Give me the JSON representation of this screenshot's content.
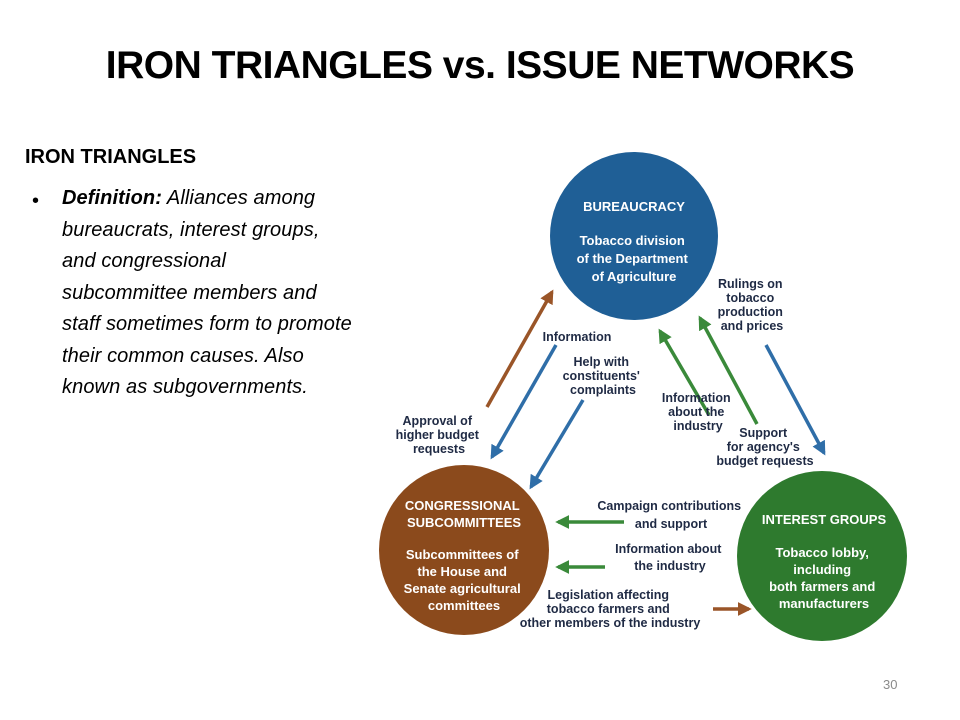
{
  "slide": {
    "title": "IRON TRIANGLES vs. ISSUE NETWORKS",
    "section_heading": "IRON TRIANGLES",
    "bullet": {
      "term": "Definition:",
      "text": "Alliances among bureaucrats, interest groups, and congressional subcommittee members and staff sometimes form to promote their common causes.  Also known as subgovernments."
    },
    "page_number": "30"
  },
  "diagram": {
    "colors": {
      "bureaucracy": "#1f5f96",
      "congress": "#8b4a1c",
      "interest": "#2e7a2e",
      "arrow_blue": "#2f6ea8",
      "arrow_brown": "#9a5528",
      "arrow_green": "#3a8a3a"
    },
    "nodes": {
      "bureaucracy": {
        "title": "BUREAUCRACY",
        "lines": [
          "Tobacco division",
          "of the Department",
          "of Agriculture"
        ]
      },
      "congress": {
        "title_lines": [
          "CONGRESSIONAL",
          "SUBCOMMITTEES"
        ],
        "lines": [
          "Subcommittees of",
          "the House and",
          "Senate agricultural",
          "committees"
        ]
      },
      "interest": {
        "title": "INTEREST GROUPS",
        "lines": [
          "Tobacco lobby,",
          "including",
          "both farmers and",
          "manufacturers"
        ]
      }
    },
    "edges": {
      "approval": [
        "Approval of",
        "higher budget",
        "requests"
      ],
      "information_left": [
        "Information"
      ],
      "help": [
        "Help with",
        "constituents'",
        "complaints"
      ],
      "info_about_industry_top": [
        "Information",
        "about the",
        "industry"
      ],
      "rulings": [
        "Rulings on",
        "tobacco",
        "production",
        "and prices"
      ],
      "support": [
        "Support",
        "for agency's",
        "budget requests"
      ],
      "campaign": [
        "Campaign contributions",
        "and support"
      ],
      "info_bottom": [
        "Information about",
        "the industry"
      ],
      "legislation": [
        "Legislation affecting",
        "tobacco farmers and",
        "other members of the industry"
      ]
    }
  }
}
